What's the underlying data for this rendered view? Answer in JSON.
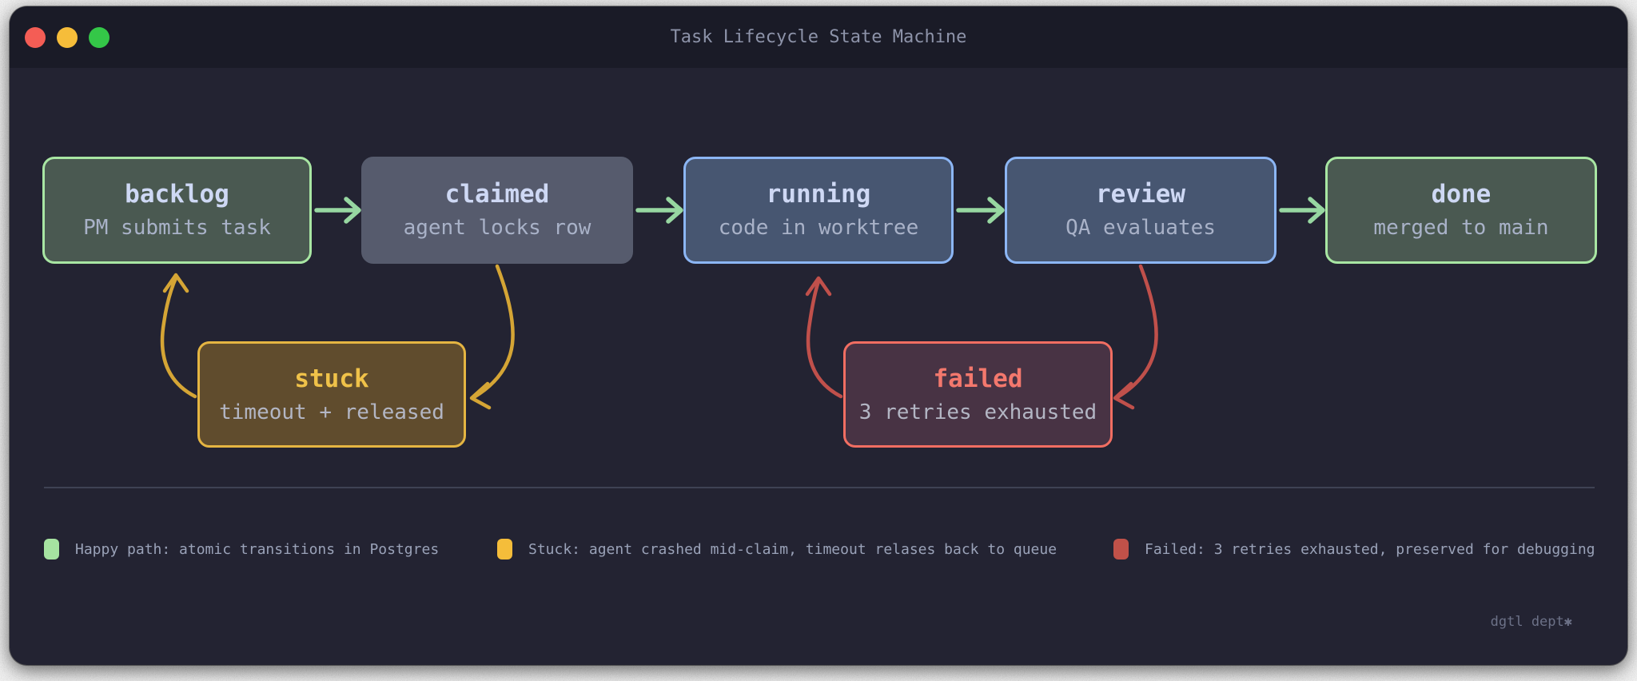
{
  "window": {
    "title": "Task Lifecycle State Machine"
  },
  "traffic_lights": {
    "close_color": "#f45d55",
    "minimize_color": "#f6bd3a",
    "zoom_color": "#34c748"
  },
  "states": [
    {
      "id": "backlog",
      "label": "backlog",
      "sublabel": "PM submits task",
      "variant": "green",
      "border_color": "#a8e6a3",
      "fill_color": "#4a5951"
    },
    {
      "id": "claimed",
      "label": "claimed",
      "sublabel": "agent locks row",
      "variant": "gray",
      "border_color": "#565b6d",
      "fill_color": "#565b6d"
    },
    {
      "id": "running",
      "label": "running",
      "sublabel": "code in worktree",
      "variant": "blue",
      "border_color": "#8cb6f5",
      "fill_color": "#475671"
    },
    {
      "id": "review",
      "label": "review",
      "sublabel": "QA evaluates",
      "variant": "blue",
      "border_color": "#8cb6f5",
      "fill_color": "#475671"
    },
    {
      "id": "done",
      "label": "done",
      "sublabel": "merged to main",
      "variant": "green",
      "border_color": "#a8e6a3",
      "fill_color": "#4a5951"
    }
  ],
  "substates": [
    {
      "id": "stuck",
      "label": "stuck",
      "sublabel": "timeout + released",
      "variant": "amber",
      "border_color": "#e5b542",
      "fill_color": "#604c2d",
      "label_color": "#f0c249"
    },
    {
      "id": "failed",
      "label": "failed",
      "sublabel": "3 retries exhausted",
      "variant": "red",
      "border_color": "#f26e62",
      "fill_color": "#483344",
      "label_color": "#f3786d"
    }
  ],
  "transitions": [
    {
      "from": "backlog",
      "to": "claimed",
      "color": "#97d7a1",
      "style": "straight"
    },
    {
      "from": "claimed",
      "to": "running",
      "color": "#97d7a1",
      "style": "straight"
    },
    {
      "from": "running",
      "to": "review",
      "color": "#97d7a1",
      "style": "straight"
    },
    {
      "from": "review",
      "to": "done",
      "color": "#97d7a1",
      "style": "straight"
    },
    {
      "from": "claimed",
      "to": "stuck",
      "color": "#d5a535",
      "style": "curved"
    },
    {
      "from": "stuck",
      "to": "backlog",
      "color": "#d5a535",
      "style": "curved"
    },
    {
      "from": "review",
      "to": "failed",
      "color": "#c0504b",
      "style": "curved"
    },
    {
      "from": "failed",
      "to": "running",
      "color": "#c0504b",
      "style": "curved"
    }
  ],
  "legend": [
    {
      "swatch_color": "#a6e3a1",
      "text": "Happy path: atomic transitions in Postgres"
    },
    {
      "swatch_color": "#f5bd3a",
      "text": "Stuck: agent crashed mid-claim, timeout relases back to queue"
    },
    {
      "swatch_color": "#c05149",
      "text": "Failed: 3 retries exhausted, preserved for debugging"
    }
  ],
  "watermark": "dgtl dept✱",
  "colors": {
    "page_noise": "#ececec",
    "window_body": "#232332",
    "titlebar": "#1a1b27",
    "title_text": "#8d93a9",
    "state_label": "#ced8f4",
    "state_sublabel": "#a9b2c8",
    "divider": "#3e4254",
    "legend_text": "#9aa2b8",
    "watermark_text": "#6c7187",
    "happy_arrow": "#97d7a1",
    "stuck_arrow": "#d5a535",
    "failed_arrow": "#c0504b"
  }
}
